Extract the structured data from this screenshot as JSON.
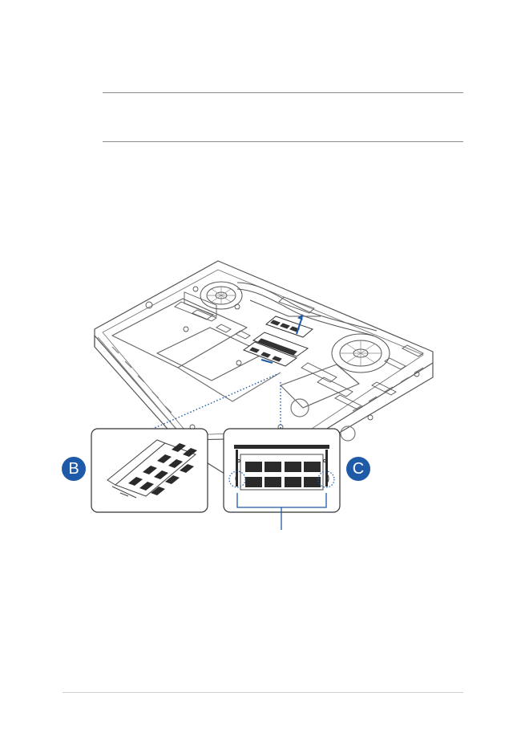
{
  "figure": {
    "callouts": [
      {
        "id": "b",
        "label": "B"
      },
      {
        "id": "c",
        "label": "C"
      }
    ],
    "colors": {
      "line_art": "#555555",
      "accent_blue": "#1e5aa8",
      "ram_chip": "#2a2a2a"
    }
  }
}
